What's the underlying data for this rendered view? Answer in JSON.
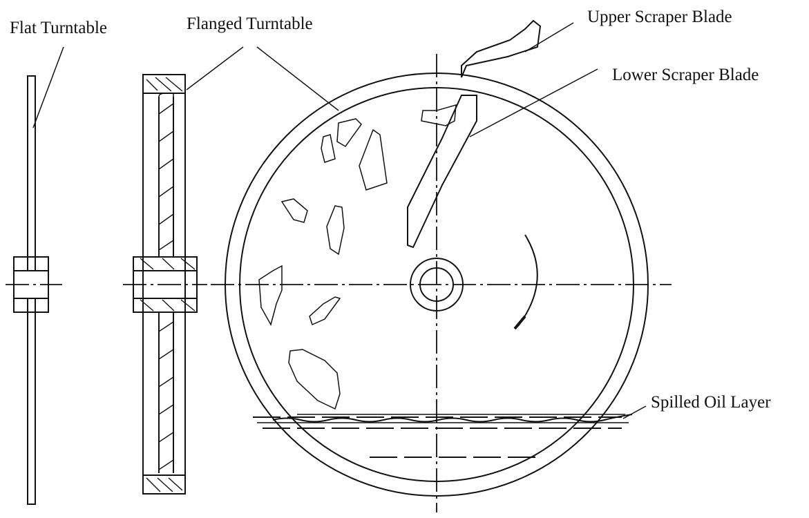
{
  "labels": {
    "flat_turntable": "Flat Turntable",
    "flanged_turntable": "Flanged Turntable",
    "upper_scraper_blade": "Upper Scraper Blade",
    "lower_scraper_blade": "Lower Scraper Blade",
    "spilled_oil_layer": "Spilled Oil Layer"
  }
}
